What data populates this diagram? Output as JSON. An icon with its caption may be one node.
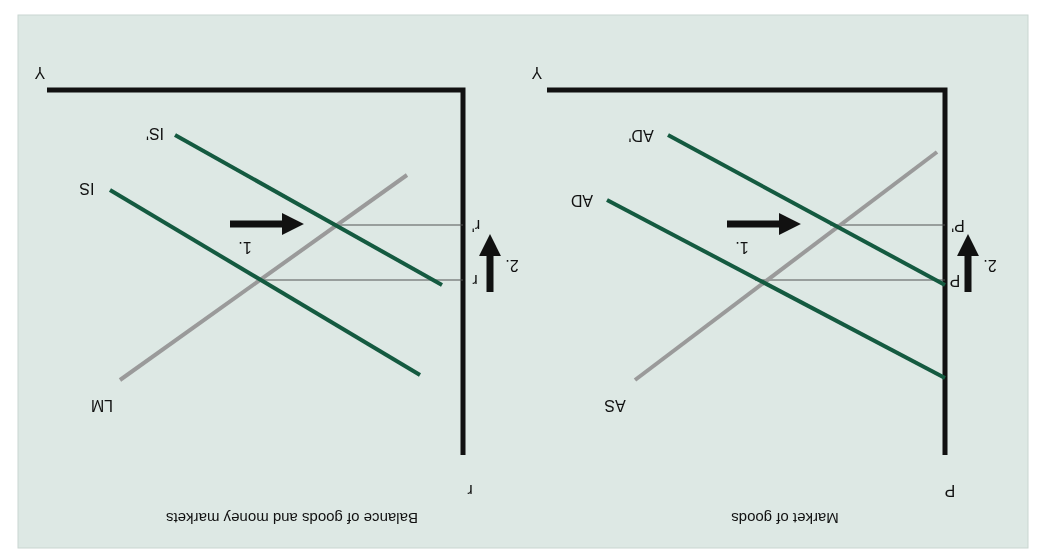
{
  "diagram": {
    "labels": [
      "Y",
      "r",
      "IS",
      "IS'",
      "LM",
      "r'",
      "r",
      "1.",
      "2.",
      "Balance of goods and money markets",
      "Y",
      "P",
      "AD",
      "AD'",
      "AS",
      "P'",
      "P",
      "1.",
      "2.",
      "Market of goods"
    ]
  }
}
